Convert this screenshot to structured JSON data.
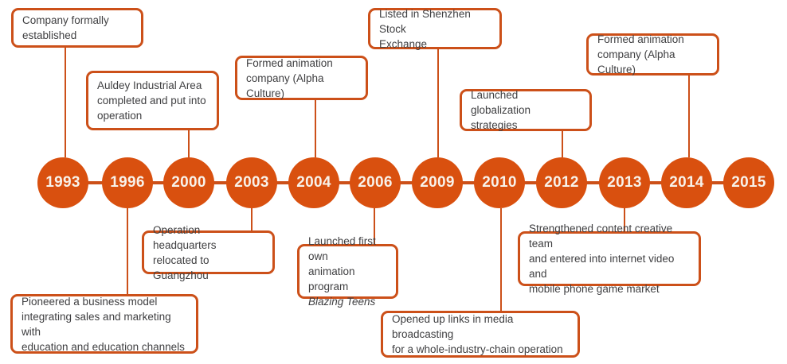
{
  "colors": {
    "accent_fill": "#d9500f",
    "accent_border": "#cc5019",
    "text_dark": "#3f3f41",
    "year_text": "#f8f2ea",
    "background": "#ffffff"
  },
  "timeline": {
    "type": "timeline",
    "events": [
      {
        "year": "1993",
        "callout": {
          "side": "top",
          "text": "Company formally\nestablished"
        }
      },
      {
        "year": "1996",
        "callout": {
          "side": "bottom",
          "text": "Pioneered a business model\nintegrating sales and marketing with\neducation and education channels"
        }
      },
      {
        "year": "2000",
        "callout": {
          "side": "top",
          "text": "Auldey Industrial Area\ncompleted and put into\noperation"
        }
      },
      {
        "year": "2003",
        "callout": {
          "side": "bottom",
          "text": "Operation headquarters\nrelocated to Guangzhou"
        }
      },
      {
        "year": "2004",
        "callout": {
          "side": "top",
          "text": "Formed animation\ncompany (Alpha Culture)"
        }
      },
      {
        "year": "2006",
        "callout": {
          "side": "bottom",
          "text": "Launched first own\nanimation program",
          "italic_text": "Blazing Teens"
        }
      },
      {
        "year": "2009",
        "callout": {
          "side": "top",
          "text": "Listed in Shenzhen Stock\nExchange"
        }
      },
      {
        "year": "2010",
        "callout": {
          "side": "bottom",
          "text": "Opened up links in media broadcasting\nfor a whole-industry-chain operation"
        }
      },
      {
        "year": "2012",
        "callout": {
          "side": "top",
          "text": "Launched globalization\nstrategies"
        }
      },
      {
        "year": "2013",
        "callout": {
          "side": "bottom",
          "text": "Strengthened content creative team\nand entered into internet video and\nmobile phone game market"
        }
      },
      {
        "year": "2014",
        "callout": {
          "side": "top",
          "text": "Formed animation\ncompany (Alpha Culture)"
        }
      },
      {
        "year": "2015",
        "callout": null
      }
    ]
  }
}
